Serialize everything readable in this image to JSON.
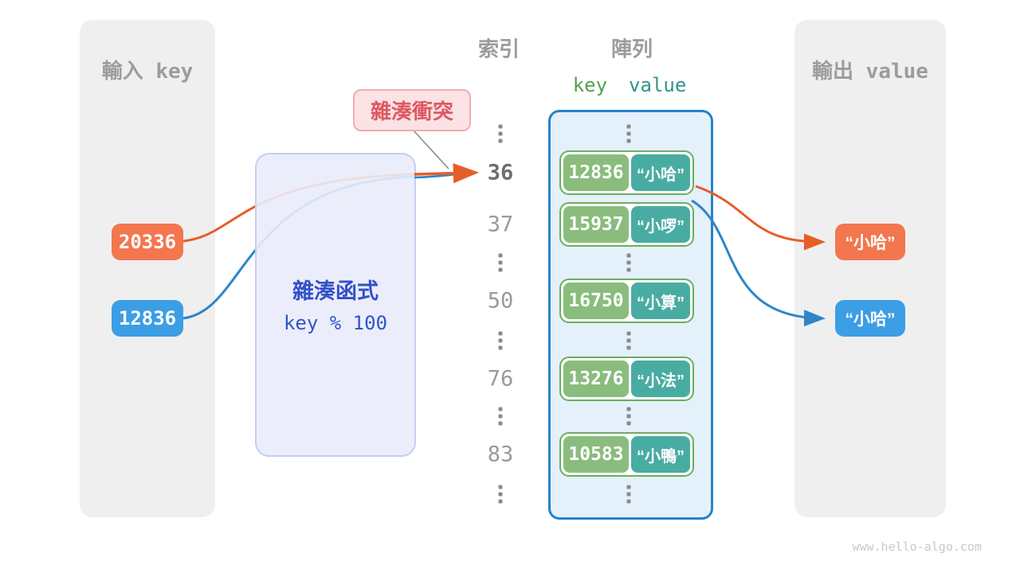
{
  "input_panel": {
    "title": "輸入 key",
    "items": [
      {
        "value": "20336",
        "color": "#F3764E"
      },
      {
        "value": "12836",
        "color": "#3C9EE4"
      }
    ]
  },
  "hash_box": {
    "title": "雜湊函式",
    "formula": "key % 100"
  },
  "collision_label": {
    "text": "雜湊衝突"
  },
  "index_column": {
    "header": "索引",
    "ellipsis_glyph": "⋮",
    "values": [
      "36",
      "37",
      "50",
      "76",
      "83"
    ],
    "highlighted_value": "36"
  },
  "array_column": {
    "header": "陣列",
    "key_header": "key",
    "value_header": "value",
    "pairs": [
      {
        "key": "12836",
        "value": "“小哈”"
      },
      {
        "key": "15937",
        "value": "“小啰”"
      },
      {
        "key": "16750",
        "value": "“小算”"
      },
      {
        "key": "13276",
        "value": "“小法”"
      },
      {
        "key": "10583",
        "value": "“小鴨”"
      }
    ]
  },
  "output_panel": {
    "title": "輸出 value",
    "items": [
      {
        "value": "“小哈”",
        "color": "#F3764E"
      },
      {
        "value": "“小哈”",
        "color": "#3C9EE4"
      }
    ]
  },
  "watermark": "www.hello-algo.com",
  "colors": {
    "panel_fill": "#EFEFEF",
    "panel_title": "#9C9C9C",
    "orange": "#F3764E",
    "blue": "#3C9EE4",
    "arrow_orange": "#E65E27",
    "arrow_blue": "#2E86C8",
    "hash_fill": "#E9ECFA",
    "hash_border": "#C7CDF0",
    "hash_text": "#3350C8",
    "collision_fill": "#FBE2E4",
    "collision_border": "#F2ABB1",
    "collision_text": "#DD5862",
    "array_fill": "#E4F0FA",
    "array_border": "#2483C8",
    "pair_border": "#6BAE5E",
    "key_green": "#8ABC7E",
    "value_teal": "#49ACA2",
    "key_header_green": "#55A04D",
    "value_header_teal": "#2F948C",
    "index_gray": "#9A9A9A",
    "watermark_gray": "#C9C9C9"
  }
}
